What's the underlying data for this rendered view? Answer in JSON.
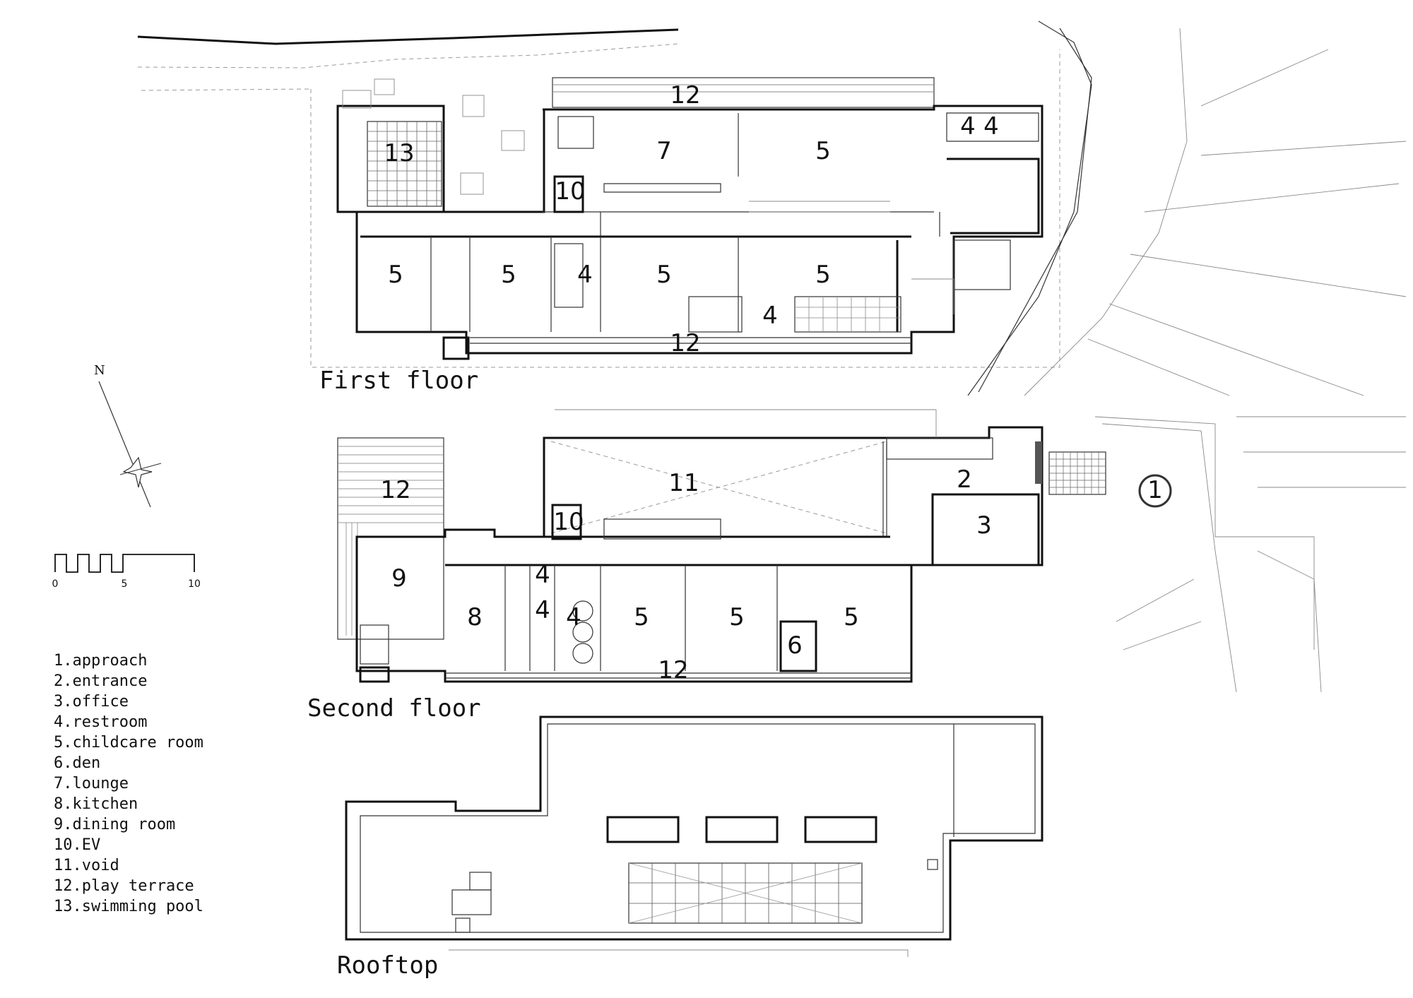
{
  "floors": {
    "first": {
      "title": "First floor",
      "rooms": [
        {
          "num": "12"
        },
        {
          "num": "13"
        },
        {
          "num": "7"
        },
        {
          "num": "5"
        },
        {
          "num": "4"
        },
        {
          "num": "4"
        },
        {
          "num": "10"
        },
        {
          "num": "5"
        },
        {
          "num": "5"
        },
        {
          "num": "4"
        },
        {
          "num": "5"
        },
        {
          "num": "5"
        },
        {
          "num": "4"
        },
        {
          "num": "12"
        }
      ]
    },
    "second": {
      "title": "Second floor",
      "rooms": [
        {
          "num": "12"
        },
        {
          "num": "11"
        },
        {
          "num": "2"
        },
        {
          "num": "1"
        },
        {
          "num": "10"
        },
        {
          "num": "3"
        },
        {
          "num": "9"
        },
        {
          "num": "4"
        },
        {
          "num": "8"
        },
        {
          "num": "4"
        },
        {
          "num": "4"
        },
        {
          "num": "5"
        },
        {
          "num": "5"
        },
        {
          "num": "5"
        },
        {
          "num": "6"
        },
        {
          "num": "12"
        }
      ]
    },
    "rooftop": {
      "title": "Rooftop"
    }
  },
  "compass": {
    "label": "N"
  },
  "scale": {
    "ticks": [
      "0",
      "5",
      "10"
    ]
  },
  "legend": [
    "1.approach",
    "2.entrance",
    "3.office",
    "4.restroom",
    "5.childcare room",
    "6.den",
    "7.lounge",
    "8.kitchen",
    "9.dining room",
    "10.EV",
    "11.void",
    "12.play terrace",
    "13.swimming pool"
  ]
}
